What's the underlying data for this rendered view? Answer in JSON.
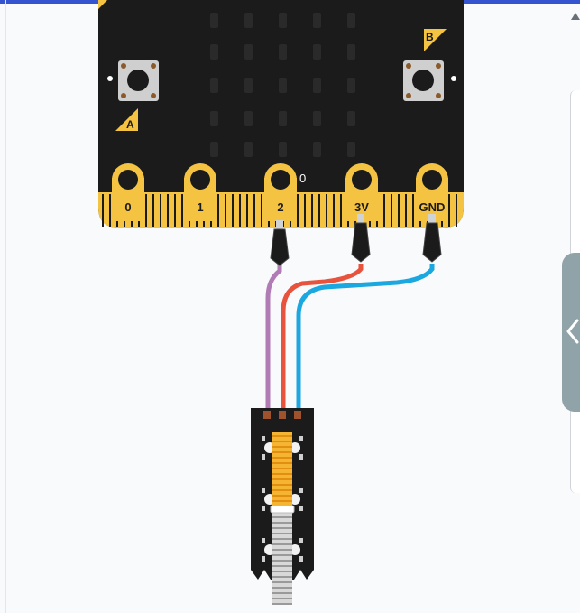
{
  "microbit": {
    "button_a_label": "A",
    "button_b_label": "B",
    "pins": [
      "0",
      "1",
      "2",
      "3V",
      "GND"
    ],
    "pin2_reading": "0"
  },
  "colors": {
    "board": "#1b1b1b",
    "gold": "#f4c342",
    "wire_signal": "#b17bb5",
    "wire_power": "#e7533c",
    "wire_ground": "#1ba7e0",
    "slider_accent": "#f5b533",
    "header_bar": "#3454d1"
  },
  "slider": {
    "name": "slide-potentiometer",
    "level": 0.55
  },
  "icons": {
    "side_panel_toggle": "chevron-left-icon",
    "scroll_up": "triangle-up-icon"
  }
}
